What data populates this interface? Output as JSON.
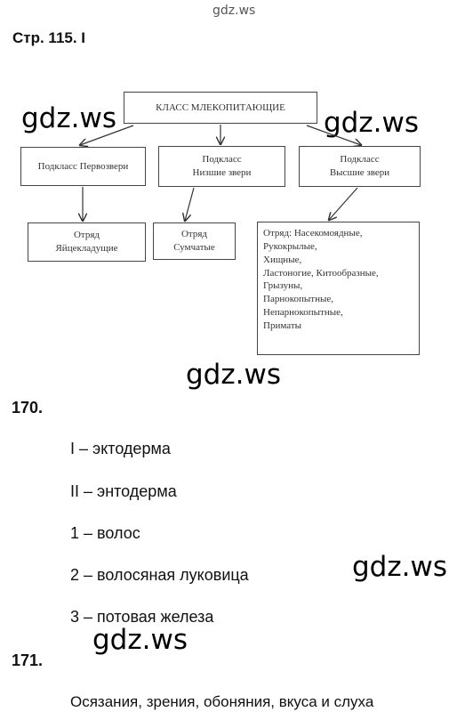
{
  "watermarks": {
    "top": "gdz.ws",
    "main": "gdz.ws"
  },
  "header": {
    "title": "Стр. 115. I"
  },
  "diagram": {
    "root": "КЛАСС МЛЕКОПИТАЮЩИЕ",
    "subclasses": [
      {
        "line1": "Подкласс Первозвери",
        "line2": ""
      },
      {
        "line1": "Подкласс",
        "line2": "Низшие звери"
      },
      {
        "line1": "Подкласс",
        "line2": "Высшие звери"
      }
    ],
    "orders": [
      {
        "lines": [
          "Отряд",
          "Яйцекладущие"
        ]
      },
      {
        "lines": [
          "Отряд",
          "Сумчатые"
        ]
      },
      {
        "lines": [
          "Отряд: Насекомоядные,",
          "Рукокрылые,",
          "Хищные,",
          "Ластоногие, Китообразные,",
          "Грызуны,",
          "Парнокопытные,",
          "Непарнокопытные,",
          "Приматы"
        ]
      }
    ]
  },
  "task170": {
    "number": "170.",
    "items": [
      "I – эктодерма",
      "II – энтодерма",
      "1 – волос",
      "2 – волосяная луковица",
      "3 – потовая железа"
    ]
  },
  "task171": {
    "number": "171.",
    "answer": "Осязания, зрения, обоняния, вкуса и слуха"
  }
}
